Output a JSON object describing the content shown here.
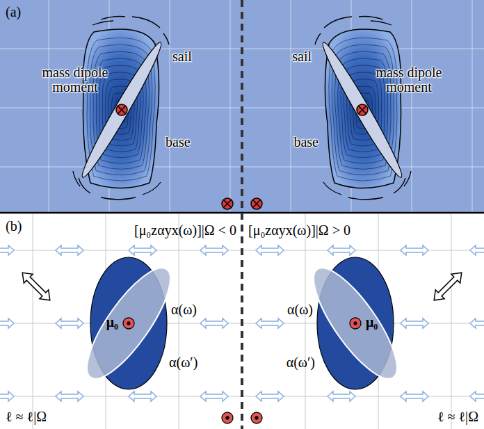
{
  "diagram": {
    "labels": [
      "(a)",
      "mass dipole moment",
      "sail",
      "base",
      "sail",
      "mass dipole moment",
      "base",
      "(b)",
      "[μ₀zαyx(ω)]|Ω < 0",
      "[μ₀zαyx(ω)]|Ω > 0",
      "α(ω)",
      "α(ω′)",
      "μ₀",
      "μ₀",
      "α(ω)",
      "α(ω′)",
      "ℓ ≈ ℓ|Ω",
      "ℓ ≈ ℓ|Ω"
    ]
  }
}
